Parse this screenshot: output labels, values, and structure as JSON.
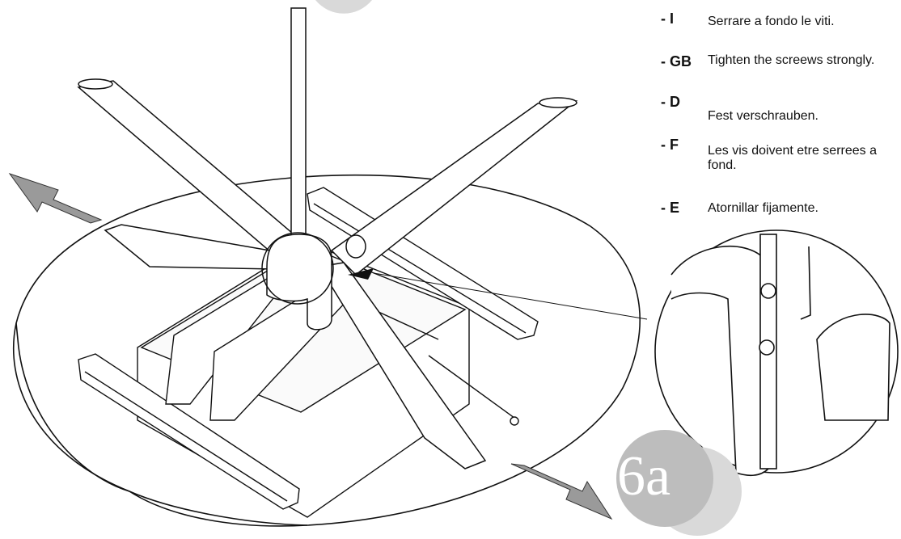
{
  "instructions": [
    {
      "code": "- I",
      "text": "Serrare a fondo le viti."
    },
    {
      "code": "- GB",
      "text": "Tighten the screews strongly."
    },
    {
      "code": "- D",
      "text": "Fest verschrauben."
    },
    {
      "code": "- F",
      "text": "Les vis doivent etre serrees a fond."
    },
    {
      "code": "- E",
      "text": "Atornillar fijamente."
    }
  ],
  "step_label": "6a",
  "colors": {
    "line": "#111111",
    "arrow": "#8f8f8f",
    "badge_dark": "#bdbdbd",
    "badge_light": "#d9d9d9"
  }
}
